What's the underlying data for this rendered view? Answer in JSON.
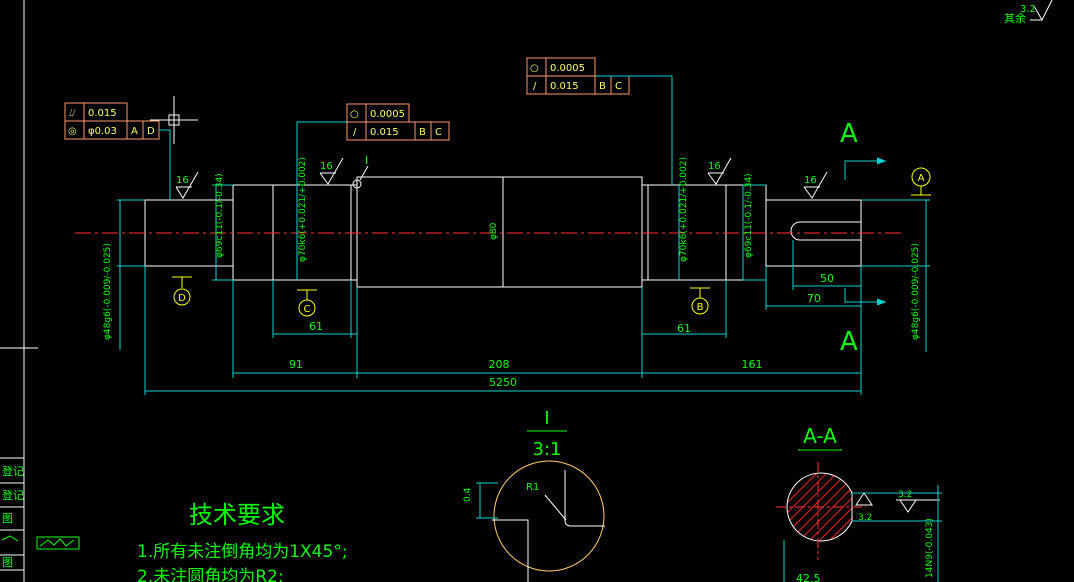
{
  "colors": {
    "background": "#000000",
    "outline": "#ffffff",
    "dimension": "#00d2d2",
    "text": "#00ff00",
    "tolerance_text": "#ffff66",
    "frame": "#ff9966",
    "centerline": "#ff3333",
    "hatch": "#ff2222",
    "section": "#ffff00"
  },
  "corner": {
    "roughness": "3.2",
    "label": "其余"
  },
  "gdt_frames": [
    {
      "sym1": "⌰",
      "val1": "0.015",
      "sym2": "◎",
      "val2": "φ0.03",
      "ref2": [
        "A",
        "D"
      ]
    },
    {
      "sym1": "○",
      "val1": "0.0005",
      "sym2": "/",
      "val2": "0.015",
      "ref2": [
        "B",
        "C"
      ]
    },
    {
      "sym1": "○",
      "val1": "0.0005",
      "sym2": "/",
      "val2": "0.015",
      "ref2": [
        "B",
        "C"
      ]
    }
  ],
  "roughness_marks": [
    "16",
    "16",
    "16",
    "16"
  ],
  "detail_callout": "I",
  "datums": [
    "D",
    "C",
    "B",
    "A"
  ],
  "section_mark": "A",
  "diameters": {
    "left_end": "φ48g6(-0.009/-0.025)",
    "seat_left": "φ69c11(-0.1/-0.34)",
    "bearing_left": "φ70k6(+0.021/+0.002)",
    "middle": "φ80",
    "bearing_right": "φ70k6(+0.021/+0.002)",
    "seat_right": "φ69c11(-0.1/-0.34)",
    "right_end": "φ48g6(-0.009/-0.025)"
  },
  "lengths": {
    "bearing_left": "61",
    "bearing_right": "61",
    "left_section": "91",
    "middle_section": "208",
    "right_section": "161",
    "overall": "5250",
    "keyway": "50",
    "key_end": "70"
  },
  "detail_view": {
    "title": "I",
    "scale": "3:1",
    "radius": "R1",
    "depth": "0.4"
  },
  "section_view": {
    "title": "A-A",
    "roughness_a": "3.2",
    "roughness_b": "3.2",
    "vertical_note": "14N9(-0.043)",
    "bottom_dim": "42.5"
  },
  "tech": {
    "title": "技术要求",
    "line1": "1.所有未注倒角均为1X45°;",
    "line2": "2.未注圆角均为R2;"
  },
  "left_table": [
    "登记",
    "登记",
    "图",
    "",
    "图"
  ]
}
